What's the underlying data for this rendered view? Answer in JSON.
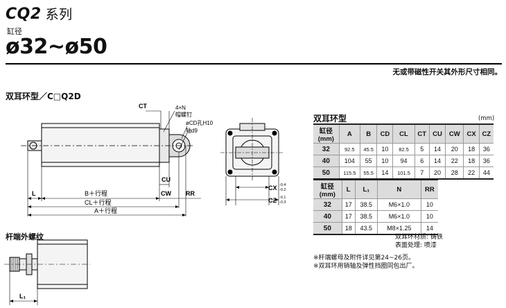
{
  "header": {
    "series_code": "CQ2",
    "series_suffix": "系列",
    "bore_label": "缸径",
    "bore_range": "ø32~ø50",
    "note": "无或带磁性开关其外形尺寸相同。"
  },
  "section": {
    "title": "双耳环型／C□Q2D",
    "rod_end_title": "杆端外螺纹"
  },
  "drawing_labels": {
    "ct": "CT",
    "n_nut": "4×N",
    "nut_name": "帽螺钉",
    "cd_hole": "øCD孔H10",
    "shaft": "轴d9",
    "cu": "CU",
    "l": "L",
    "b_stroke": "B＋行程",
    "cw": "CW",
    "rr": "RR",
    "cl_stroke": "CL＋行程",
    "a_stroke": "A＋行程",
    "cx": "CX",
    "cx_tol_upper": "-0.4",
    "cx_tol_lower": "-0.2",
    "cz": "CZ",
    "cz_tol_upper": "-0.1",
    "cz_tol_lower": "-0.3",
    "l1": "L₁"
  },
  "table1": {
    "title": "双耳环型",
    "unit": "(mm)",
    "headers": [
      "缸径\n(mm)",
      "A",
      "B",
      "CD",
      "CL",
      "CT",
      "CU",
      "CW",
      "CX",
      "CZ"
    ],
    "rows": [
      [
        "32",
        "92.5",
        "45.5",
        "10",
        "82.5",
        "5",
        "14",
        "20",
        "18",
        "36"
      ],
      [
        "40",
        "104",
        "55",
        "10",
        "94",
        "6",
        "14",
        "22",
        "18",
        "36"
      ],
      [
        "50",
        "115.5",
        "55.5",
        "14",
        "101.5",
        "7",
        "20",
        "28",
        "22",
        "44"
      ]
    ]
  },
  "table2": {
    "headers": [
      "缸径\n(mm)",
      "L",
      "L₁",
      "N",
      "RR"
    ],
    "rows": [
      [
        "32",
        "17",
        "38.5",
        "M6×1.0",
        "10"
      ],
      [
        "40",
        "17",
        "38.5",
        "M6×1.0",
        "10"
      ],
      [
        "50",
        "18",
        "43.5",
        "M8×1.25",
        "14"
      ]
    ]
  },
  "material": {
    "line1": "双耳环材质: 铸铁",
    "line2": "表面处理: 喷漆"
  },
  "notes": [
    "※杆端螺母及附件详见第24~26页。",
    "※双耳环用销轴及弹性挡圈同包出厂。"
  ]
}
